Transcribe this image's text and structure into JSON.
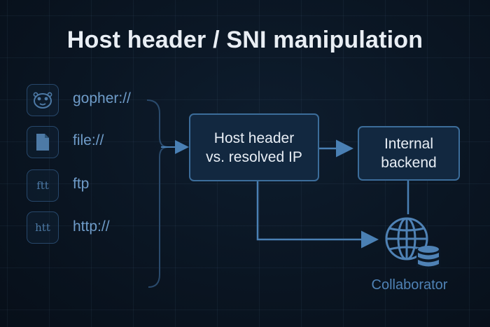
{
  "title": "Host header / SNI manipulation",
  "schemes": [
    {
      "label": "gopher://",
      "icon": "gopher-mascot-icon",
      "glyph": ""
    },
    {
      "label": "file://",
      "icon": "file-icon",
      "glyph": ""
    },
    {
      "label": "ftp",
      "icon": "ftp-text-icon",
      "glyph": "ftt"
    },
    {
      "label": "http://",
      "icon": "http-text-icon",
      "glyph": "htt"
    }
  ],
  "nodes": {
    "check": {
      "line1": "Host header",
      "line2": "vs. resolved IP"
    },
    "internal": {
      "line1": "Internal",
      "line2": "backend"
    },
    "collaborator": {
      "label": "Collaborator",
      "icon": "globe-database-icon"
    }
  },
  "colors": {
    "background": "#0a1522",
    "box_fill": "#122840",
    "box_border": "#3c6d9a",
    "accent": "#4f82b5",
    "muted": "#6f9cc9"
  }
}
